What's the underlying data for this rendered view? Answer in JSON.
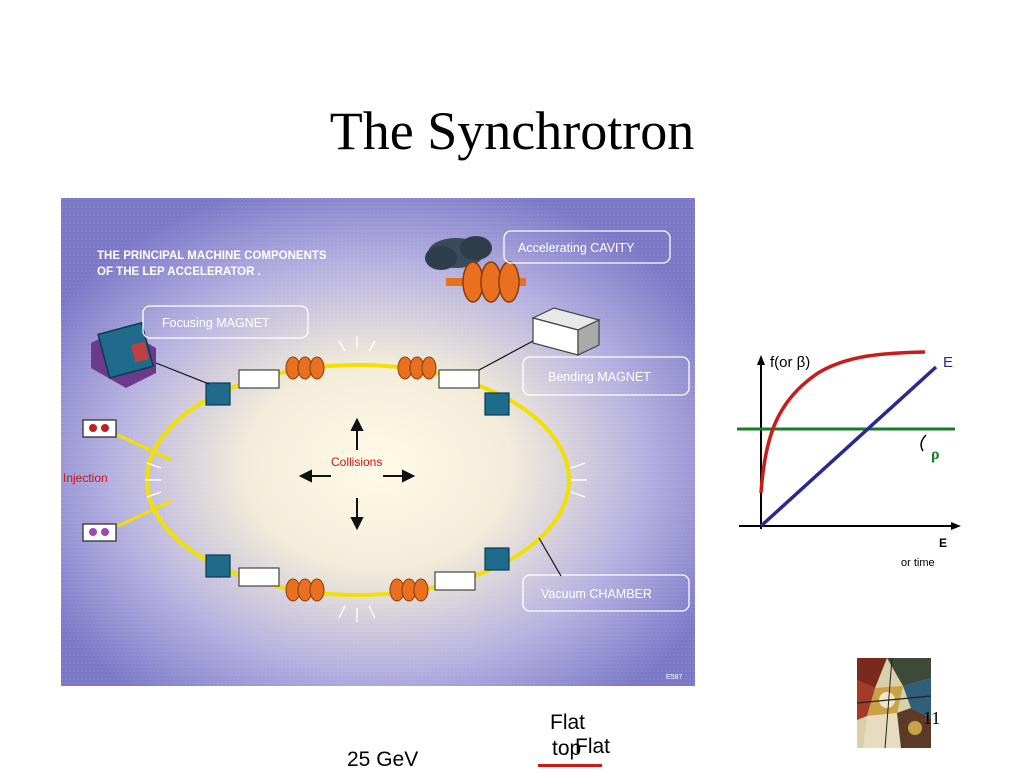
{
  "slide": {
    "title": "The Synchrotron",
    "page_number": "11"
  },
  "lep_diagram": {
    "heading_line1": "THE PRINCIPAL MACHINE COMPONENTS",
    "heading_line2": "OF THE LEP ACCELERATOR .",
    "label_accelerating_cavity": "Accelerating CAVITY",
    "label_focusing_magnet": "Focusing MAGNET",
    "label_bending_magnet": "Bending MAGNET",
    "label_vacuum_chamber": "Vacuum CHAMBER",
    "label_collisions": "Collisions",
    "label_injection": "Injection",
    "code": "E587",
    "colors": {
      "background": "#7b78c8",
      "center_glow": "#fffbe6",
      "ring": "#f2e000",
      "magnet": "#1f6b8c",
      "cavity": "#e8701e"
    }
  },
  "graph": {
    "label_f": "f(or β)",
    "label_E": "E",
    "label_rho": "ρ",
    "xaxis_label_E": "E",
    "xaxis_label_time": "or time",
    "colors": {
      "f_curve": "#cc1a1a",
      "E_line": "#2a2a8c",
      "rho_line": "#1a7a2a"
    }
  },
  "bottom_text": {
    "energy": "25 GeV",
    "flat1": "Flat",
    "top1": "top",
    "flat2": "Flat"
  }
}
